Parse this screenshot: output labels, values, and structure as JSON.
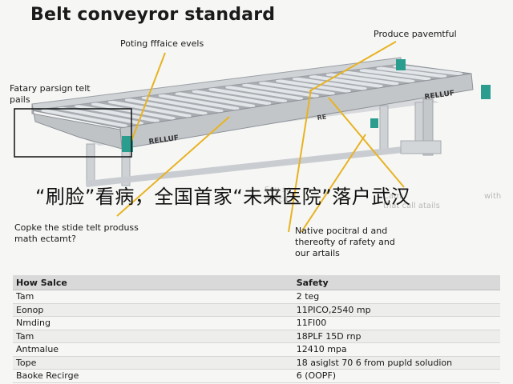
{
  "title": "Belt conveyror standard",
  "callouts": {
    "top_left": "Poting fffaice evels",
    "top_right": "Produce pavemtful",
    "left_line1": "Fatary parsign telt",
    "left_line2": "pails",
    "bottom_left_line1": "Copke the stide telt produss",
    "bottom_left_line2": "math ectamt?",
    "bottom_center_line1": "Native pocitral d and",
    "bottom_center_line2": "thereofty of rafety and",
    "bottom_center_line3": "our artails",
    "ghost_center_line1": "Sou sc",
    "ghost_center_line2": "hasca",
    "ghost_right_line1": "Cam",
    "ghost_right_line2": "that call atails",
    "ghost_right_suffix": "with"
  },
  "brand_labels": {
    "left": "RELLUF",
    "right": "RELLUF",
    "center": "RE"
  },
  "overlay_caption": "“刷脸”看病，全国首家“未来医院”落户武汉",
  "table": {
    "headers": [
      "How Salce",
      "Safety"
    ],
    "rows": [
      [
        "Tam",
        "2 teg"
      ],
      [
        "Eonop",
        "11PICO,2540 mp"
      ],
      [
        "Nmding",
        "11FI00"
      ],
      [
        "Tam",
        "18PLF 15D rnp"
      ],
      [
        "Antmalue",
        "12410 mpa"
      ],
      [
        "Tope",
        "18 asiglst 70 6 from pupld soludion"
      ],
      [
        "Baoke Recirge",
        "6 (OOPF)"
      ]
    ]
  },
  "colors": {
    "frame": "#c3c6c9",
    "frame_dark": "#8e9399",
    "belt": "#a9adb2",
    "roller": "#dfe2e5",
    "teal_bracket": "#2a9d8f",
    "leader": "#e8b321"
  }
}
